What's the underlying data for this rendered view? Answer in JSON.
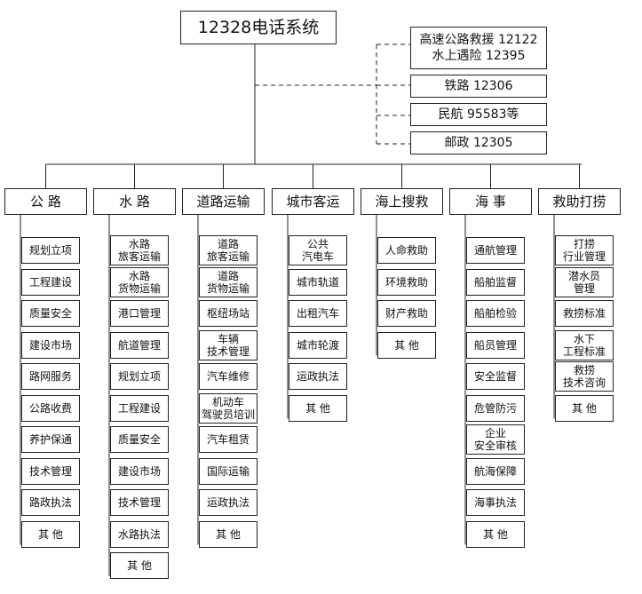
{
  "root": "12328电话系统",
  "external": [
    "高速公路救援  12122\n水上遇险  12395",
    "铁路  12306",
    "民航   95583等",
    "邮政  12305"
  ],
  "categories": [
    {
      "name": "公  路",
      "items": [
        "规划立项",
        "工程建设",
        "质量安全",
        "建设市场",
        "路网服务",
        "公路收费",
        "养护保通",
        "技术管理",
        "路政执法",
        "其  他"
      ]
    },
    {
      "name": "水  路",
      "items": [
        "水路\n旅客运输",
        "水路\n货物运输",
        "港口管理",
        "航道管理",
        "规划立项",
        "工程建设",
        "质量安全",
        "建设市场",
        "技术管理",
        "水路执法",
        "其  他"
      ]
    },
    {
      "name": "道路运输",
      "items": [
        "道路\n旅客运输",
        "道路\n货物运输",
        "枢纽场站",
        "车辆\n技术管理",
        "汽车维修",
        "机动车\n驾驶员培训",
        "汽车租赁",
        "国际运输",
        "运政执法",
        "其  他"
      ]
    },
    {
      "name": "城市客运",
      "items": [
        "公共\n汽电车",
        "城市轨道",
        "出租汽车",
        "城市轮渡",
        "运政执法",
        "其  他"
      ]
    },
    {
      "name": "海上搜救",
      "items": [
        "人命救助",
        "环境救助",
        "财产救助",
        "其  他"
      ]
    },
    {
      "name": "海  事",
      "items": [
        "通航管理",
        "船舶监督",
        "船舶检验",
        "船员管理",
        "安全监督",
        "危管防污",
        "企业\n安全审核",
        "航海保障",
        "海事执法",
        "其  他"
      ]
    },
    {
      "name": "救助打捞",
      "items": [
        "打捞\n行业管理",
        "潜水员\n管理",
        "救捞标准",
        "水下\n工程标准",
        "救捞\n技术咨询",
        "其  他"
      ]
    }
  ]
}
